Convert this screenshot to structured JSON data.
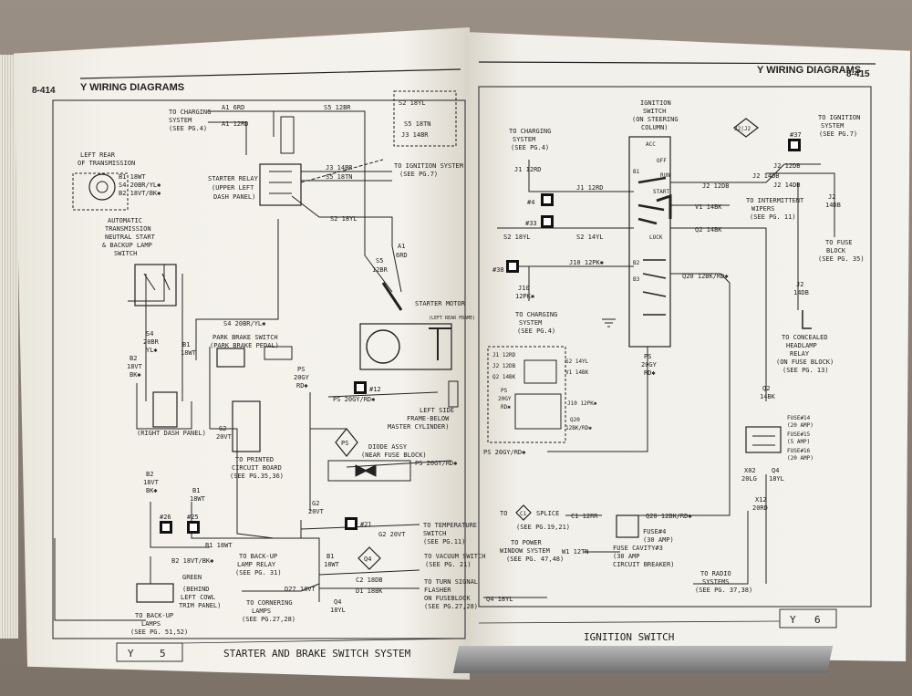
{
  "left_page": {
    "page_number": "8-414",
    "title": "Y WIRING DIAGRAMS",
    "footer_section": "Y",
    "footer_page": "5",
    "footer_title": "STARTER AND BRAKE SWITCH SYSTEM",
    "labels": {
      "to_charging_a": "TO CHARGING",
      "to_charging_b": "SYSTEM",
      "to_charging_c": "(SEE PG.4)",
      "a1_6rd": "A1 6RD",
      "a1_12rd": "A1 12RD",
      "s5_12br": "S5 12BR",
      "s2_18yl_top": "S2 18YL",
      "s5_18tn_top": "S5 18TN",
      "j3_14br_top": "J3 14BR",
      "left_rear_a": "LEFT REAR",
      "left_rear_b": "OF TRANSMISSION",
      "b1_18wt": "B1 18WT",
      "s4_20br_yl": "S4 20BR/YL✱",
      "b2_18vt_bk": "B2 18VT/BK✱",
      "starter_relay_a": "STARTER RELAY",
      "starter_relay_b": "(UPPER LEFT",
      "starter_relay_c": "DASH PANEL)",
      "j3_14br": "J3 14BR",
      "s5_18tn": "S5 18TN",
      "to_ignition_a": "TO IGNITION SYSTEM",
      "to_ignition_b": "(SEE PG.7)",
      "s2_18yl": "S2 18YL",
      "auto_trans_a": "AUTOMATIC",
      "auto_trans_b": "TRANSMISSION",
      "auto_trans_c": "NEUTRAL START",
      "auto_trans_d": "& BACKUP LAMP",
      "auto_trans_e": "SWITCH",
      "a1_vert": "A1",
      "a1_vert2": "6RD",
      "s5_vert": "S5",
      "s5_vert2": "12BR",
      "starter_motor": "STARTER MOTOR",
      "left_rear_frame": "(LEFT REAR FRAME)",
      "s4_20br_yl2": "S4 20BR/YL✱",
      "park_brake_a": "PARK BRAKE SWITCH",
      "park_brake_b": "(PARK BRAKE PEDAL)",
      "s4_col": "S4",
      "s4_col2": "20BR",
      "s4_col3": "YL✱",
      "b2_col": "B2",
      "b2_col2": "18VT",
      "b2_col3": "BK✱",
      "b1_col": "B1",
      "b1_col2": "18WT",
      "ps_20gy": "PS",
      "ps_20gy2": "20GY",
      "ps_20gy3": "RD✱",
      "badge_12": "#12",
      "ps_20gy_rd": "PS 20GY/RD✱",
      "left_side_a": "LEFT SIDE",
      "left_side_b": "FRAME-BELOW",
      "left_side_c": "MASTER CYLINDER)",
      "right_dash": "(RIGHT DASH PANEL)",
      "g2_20vt": "G2",
      "g2_20vt2": "20VT",
      "to_printed_a": "TO PRINTED",
      "to_printed_b": "CIRCUIT BOARD",
      "to_printed_c": "(SEE PG.35,36)",
      "diode_a": "DIODE ASSY",
      "diode_b": "(NEAR FUSE BLOCK)",
      "ps_20gy_rd2": "PS 20GY/RD✱",
      "ps_badge": "PS",
      "b2_low": "B2",
      "b2_low2": "18VT",
      "b2_low3": "BK✱",
      "b1_low": "B1",
      "b1_low2": "18WT",
      "badge_26": "#26",
      "badge_25": "#25",
      "g2_low": "G2",
      "g2_low2": "20VT",
      "badge_21": "#21",
      "g2_20vt_h": "G2 20VT",
      "to_temp_a": "TO TEMPERATURE",
      "to_temp_b": "SWITCH",
      "to_temp_c": "(SEE PG.11)",
      "b1_18wt_h": "B1 18WT",
      "b2_18vt_bk_h": "B2 18VT/BK✱",
      "to_backup_a": "TO BACK-UP",
      "to_backup_b": "LAMP RELAY",
      "to_backup_c": "(SEE PG. 31)",
      "q4_badge": "Q4",
      "b1_q": "B1",
      "b1_q2": "18WT",
      "c2_18db": "C2 18DB",
      "d1_18bk": "D1 18BK",
      "to_vacuum_a": "TO VACUUM SWITCH",
      "to_vacuum_b": "(SEE PG. 21)",
      "to_turn_a": "TO TURN SIGNAL",
      "to_turn_b": "FLASHER",
      "to_turn_c": "ON FUSEBLOCK",
      "to_turn_d": "(SEE PG.27,28)",
      "green": "GREEN",
      "behind_a": "(BEHIND",
      "behind_b": "LEFT COWL",
      "behind_c": "TRIM PANEL)",
      "to_backup_lamps_a": "TO BACK-UP",
      "to_backup_lamps_b": "LAMPS",
      "to_backup_lamps_c": "(SEE PG. 51,52)",
      "d27_18vt": "D27 18VT",
      "to_cornering_a": "TO CORNERING",
      "to_cornering_b": "LAMPS",
      "to_cornering_c": "(SEE PG.27,28)",
      "q4_bot": "Q4",
      "q4_bot2": "18YL"
    }
  },
  "right_page": {
    "title": "Y WIRING DIAGRAMS",
    "page_number": "8-415",
    "footer_title": "IGNITION SWITCH",
    "footer_section": "Y",
    "footer_page": "6",
    "labels": {
      "ign_a": "IGNITION",
      "ign_b": "SWITCH",
      "ign_c": "(ON STEERING",
      "ign_d": "COLUMN)",
      "to_charging_a": "TO CHARGING",
      "to_charging_b": "SYSTEM",
      "to_charging_c": "(SEE PG.4)",
      "j1_12rd_v": "J1 12RD",
      "j1_12rd": "J1 12RD",
      "badge_4": "#4",
      "badge_33": "#33",
      "s2_18yl": "S2 18YL",
      "s2_14yl": "S2 14YL",
      "badge_38": "#38",
      "j10_12pk": "J10 12PK✱",
      "j10_v": "J10",
      "j10_v2": "12PK✱",
      "to_charging2_a": "TO CHARGING",
      "to_charging2_b": "SYSTEM",
      "to_charging2_c": "(SEE PG.4)",
      "acc": "ACC",
      "off": "OFF",
      "run": "RUN",
      "start": "START",
      "lock": "LOCK",
      "b1": "B1",
      "b2": "B2",
      "b3": "B3",
      "j2_12db": "J2 12DB",
      "v1_14bk": "V1 14BK",
      "q2_14bk": "Q2 14BK",
      "q20_12bk_rd": "Q20 12BK/RD✱",
      "badge_37": "#37",
      "j2_14db_a": "J2 12DB",
      "j2_14db_b": "J2 14DB",
      "j2_14db_c": "J2 14DB",
      "to_ign_sys_a": "TO IGNITION",
      "to_ign_sys_b": "SYSTEM",
      "to_ign_sys_c": "(SEE PG.7)",
      "j2_box": "J2|J2",
      "to_intermittent_a": "TO INTERMITTENT",
      "to_intermittent_b": "WIPERS",
      "to_intermittent_c": "(SEE PG. 11)",
      "to_fuse_a": "TO FUSE",
      "to_fuse_b": "BLOCK",
      "to_fuse_c": "(SEE PG. 35)",
      "j2_v": "J2",
      "j2_v2": "14DB",
      "j2_v3": "J2",
      "j2_v4": "14DB",
      "to_concealed_a": "TO CONCEALED",
      "to_concealed_b": "HEADLAMP",
      "to_concealed_c": "RELAY",
      "to_concealed_d": "(ON FUSE BLOCK)",
      "to_concealed_e": "(SEE PG. 13)",
      "q2_v": "Q2",
      "q2_v2": "14BK",
      "ps_v": "PS",
      "ps_v2": "20GY",
      "ps_v3": "RD✱",
      "j1_12rd_box": "J1 12RD",
      "j2_12db_box": "J2 12DB",
      "q2_14bk_box": "Q2 14BK",
      "s2_14yl_box": "S2 14YL",
      "v1_14bk_box": "V1 14BK",
      "ps_box": "PS",
      "ps_box2": "20GY",
      "ps_box3": "RD✱",
      "j10_box": "J10 12PK✱",
      "q20_box": "Q20",
      "q20_box2": "12BK/RD✱",
      "fuse14_a": "FUSE#14",
      "fuse14_b": "(20 AMP)",
      "fuse15_a": "FUSE#15",
      "fuse15_b": "(5 AMP)",
      "fuse16_a": "FUSE#16",
      "fuse16_b": "(20 AMP)",
      "x02_v": "X02",
      "x02_v2": "20LG",
      "q4_v": "Q4",
      "q4_v2": "18YL",
      "x12_v": "X12",
      "x12_v2": "20RD",
      "ps_20gy_rd": "PS 20GY/RD✱",
      "c1_badge": "C1",
      "to_splice": "TO",
      "splice": "SPLICE",
      "c1_12rr": "C1 12RR",
      "see_pg_19": "(SEE PG.19,21)",
      "q20_12bk_rd2": "Q20 12BK/RD✱",
      "to_power_a": "TO POWER",
      "to_power_b": "WINDOW SYSTEM",
      "to_power_c": "(SEE PG. 47,48)",
      "w1_12tn": "W1 12TN",
      "fuse4_a": "FUSE#4",
      "fuse4_b": "(30 AMP)",
      "fuse_cav_a": "FUSE CAVITY#3",
      "fuse_cav_b": "(30 AMP",
      "fuse_cav_c": "CIRCUIT BREAKER)",
      "to_radio_a": "TO RADIO",
      "to_radio_b": "SYSTEMS",
      "to_radio_c": "(SEE PG. 37,38)",
      "q4_18yl": "Q4 18YL"
    }
  }
}
